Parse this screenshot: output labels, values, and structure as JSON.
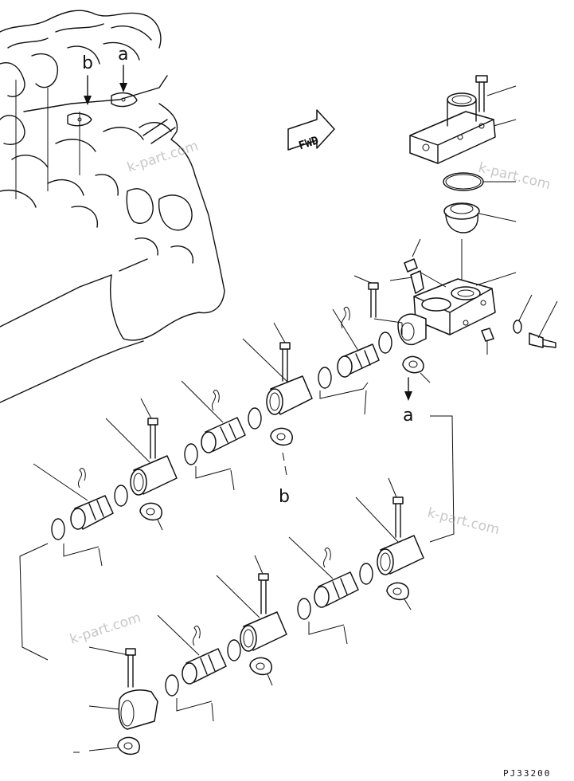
{
  "diagram": {
    "fwd_label": "FWD",
    "ref_a": "a",
    "ref_b": "b",
    "drawing_code": "PJ33200",
    "watermark": "k-part.com"
  }
}
